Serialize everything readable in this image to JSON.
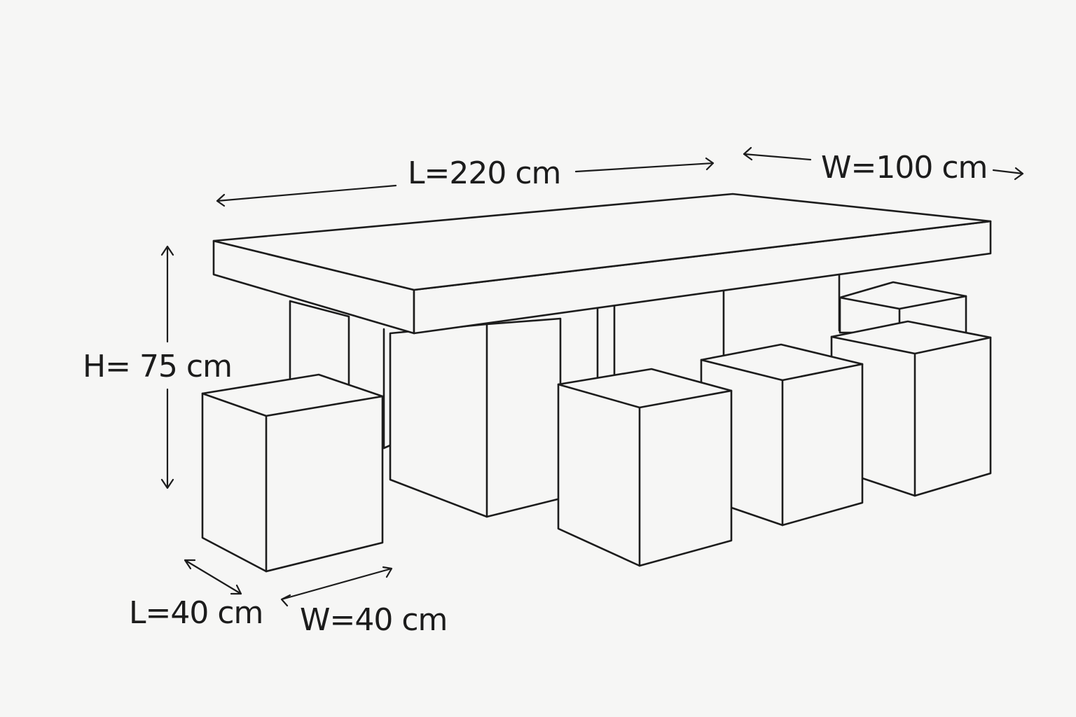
{
  "diagram": {
    "table": {
      "length_label": "L=220 cm",
      "width_label": "W=100 cm",
      "height_label": "H= 75 cm"
    },
    "stool": {
      "length_label": "L=40 cm",
      "width_label": "W=40 cm"
    },
    "stool_count": 5,
    "colors": {
      "line": "#1c1c1c",
      "background": "#f6f6f5"
    }
  }
}
